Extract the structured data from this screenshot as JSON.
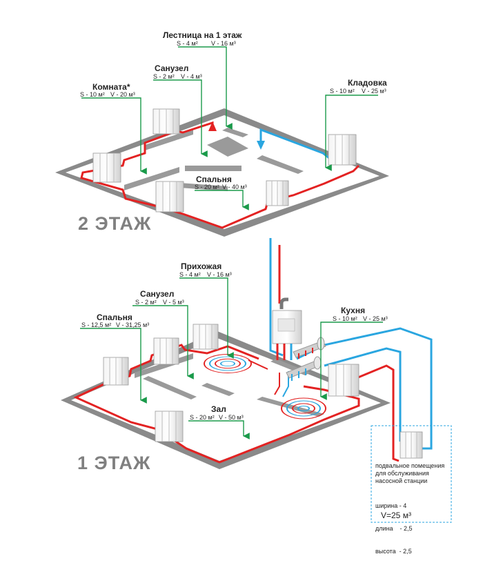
{
  "colors": {
    "floor": "#8a8a8a",
    "wall": "#9a9a9a",
    "heating_supply": "#e32222",
    "return_cold": "#2aa6e0",
    "leader": "#1a9a4a",
    "basement_border": "#2aa6e0"
  },
  "floor2": {
    "label": "2 ЭТАЖ",
    "rooms": [
      {
        "name": "Лестница на 1 этаж",
        "s": "S - 4 м²",
        "v": "V - 16 м³"
      },
      {
        "name": "Санузел",
        "s": "S - 2 м²",
        "v": "V - 4 м³"
      },
      {
        "name": "Комната*",
        "s": "S - 10 м²",
        "v": "V - 20 м³"
      },
      {
        "name": "Кладовка",
        "s": "S - 10 м²",
        "v": "V - 25 м³"
      },
      {
        "name": "Спальня",
        "s": "S - 20 м²",
        "v": "V - 40 м³"
      }
    ]
  },
  "floor1": {
    "label": "1 ЭТАЖ",
    "rooms": [
      {
        "name": "Прихожая",
        "s": "S - 4 м²",
        "v": "V - 16 м³"
      },
      {
        "name": "Санузел",
        "s": "S - 2 м²",
        "v": "V - 5 м³"
      },
      {
        "name": "Спальня",
        "s": "S - 12,5 м²",
        "v": "V - 31,25 м³"
      },
      {
        "name": "Кухня",
        "s": "S - 10 м²",
        "v": "V - 25 м³"
      },
      {
        "name": "Зал",
        "s": "S - 20 м²",
        "v": "V - 50 м³"
      }
    ]
  },
  "basement": {
    "description": [
      "подвальное помещения",
      "для обслуживания",
      "насосной станции"
    ],
    "dims": [
      "ширина - 4",
      "длина    - 2,5",
      "высота  - 2,5"
    ],
    "volume": "V=25 м³"
  },
  "icons": [
    "radiator-icon",
    "boiler-icon",
    "manifold-icon",
    "underfloor-coil-icon",
    "arrow-up-icon",
    "arrow-down-icon"
  ]
}
